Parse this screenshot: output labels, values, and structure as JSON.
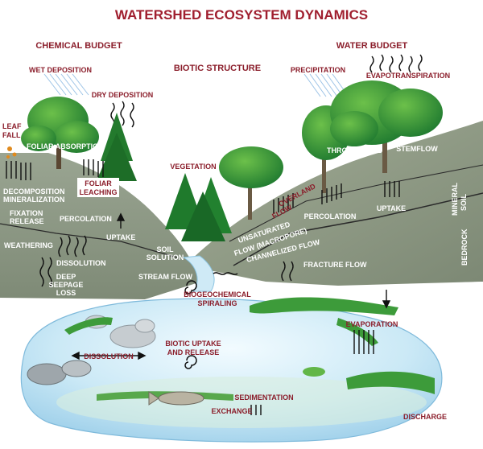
{
  "title": "WATERSHED ECOSYSTEM DYNAMICS",
  "headers": {
    "chemical_budget": "CHEMICAL BUDGET",
    "biotic_structure": "BIOTIC STRUCTURE",
    "water_budget": "WATER BUDGET"
  },
  "labels": {
    "wet_deposition": "WET DEPOSITION",
    "dry_deposition": "DRY DEPOSITION",
    "precipitation": "PRECIPITATION",
    "evapotranspiration": "EVAPOTRANSPIRATION",
    "leaf_fall_1": "LEAF",
    "leaf_fall_2": "FALL",
    "foliar_absorption": "FOLIAR ABSORPTION",
    "foliar_leaching_1": "FOLIAR",
    "foliar_leaching_2": "LEACHING",
    "vegetation": "VEGETATION",
    "throughfall": "THROUGHFALL",
    "stemflow": "STEMFLOW",
    "decomposition": "DECOMPOSITION",
    "mineralization": "MINERALIZATION",
    "fixation": "FIXATION",
    "release": "RELEASE",
    "percolation_left": "PERCOLATION",
    "weathering": "WEATHERING",
    "uptake_left": "UPTAKE",
    "soil_solution_1": "SOIL",
    "soil_solution_2": "SOLUTION",
    "dissolution_upper": "DISSOLUTION",
    "deep_seepage_1": "DEEP",
    "deep_seepage_2": "SEEPAGE",
    "deep_seepage_3": "LOSS",
    "stream_flow": "STREAM FLOW",
    "overland_flow_1": "OVERLAND",
    "overland_flow_2": "FLOW",
    "percolation_right": "PERCOLATION",
    "uptake_right": "UPTAKE",
    "mineral_soil_1": "MINERAL",
    "mineral_soil_2": "SOIL",
    "bedrock": "BEDROCK",
    "unsaturated_1": "UNSATURATED",
    "unsaturated_2": "FLOW (MACROPORE)",
    "channelized_flow": "CHANNELIZED FLOW",
    "fracture_flow": "FRACTURE FLOW",
    "biogeochemical_1": "BIOGEOCHEMICAL",
    "biogeochemical_2": "SPIRALING",
    "evaporation": "EVAPORATION",
    "dissolution_lower": "DISSOLUTION",
    "biotic_uptake_1": "BIOTIC UPTAKE",
    "biotic_uptake_2": "AND RELEASE",
    "sedimentation": "SEDIMENTATION",
    "exchange": "EXCHANGE",
    "discharge": "DISCHARGE"
  },
  "colors": {
    "title": "#a01f2f",
    "label": "#8b1e2b",
    "hillside": "#8f9a86",
    "hillside_dark": "#6f7a6a",
    "water": "#bfe3f4",
    "foliage": "#2e8b3a",
    "foliage_light": "#5cbb3c"
  }
}
